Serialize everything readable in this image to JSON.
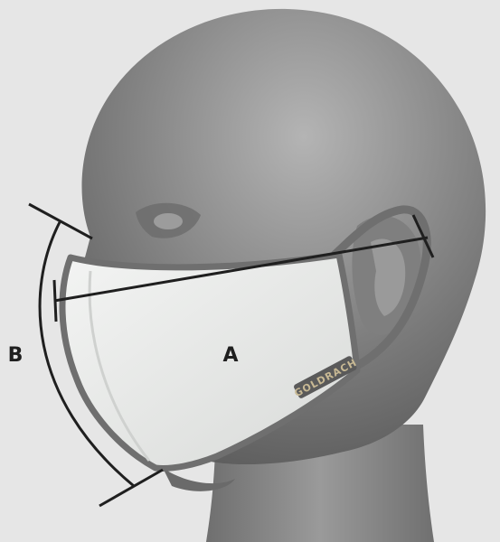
{
  "labels": {
    "dimension_a": "A",
    "dimension_b": "B",
    "brand_text": "GOLDRACH"
  },
  "colors": {
    "background": "#e6e6e6",
    "head": "#8a8a8a",
    "mask": "#e9ebe9",
    "mask_trim": "#6f6f6f",
    "measure_lines": "#1f1f1f"
  }
}
